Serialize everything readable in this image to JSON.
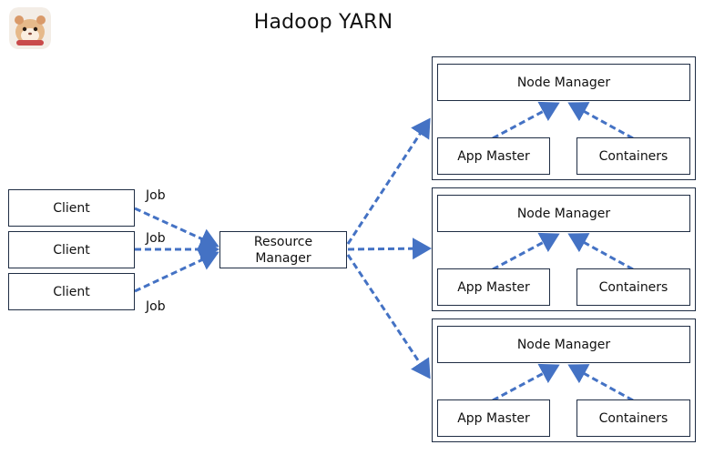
{
  "title": "Hadoop YARN",
  "colors": {
    "arrow": "#4472c4",
    "border": "#1f2d44"
  },
  "clients": [
    {
      "label": "Client"
    },
    {
      "label": "Client"
    },
    {
      "label": "Client"
    }
  ],
  "job_labels": [
    "Job",
    "Job",
    "Job"
  ],
  "resource_manager": {
    "line1": "Resource",
    "line2": "Manager"
  },
  "nodes": [
    {
      "node_manager": "Node Manager",
      "app_master": "App Master",
      "containers": "Containers"
    },
    {
      "node_manager": "Node Manager",
      "app_master": "App Master",
      "containers": "Containers"
    },
    {
      "node_manager": "Node Manager",
      "app_master": "App Master",
      "containers": "Containers"
    }
  ]
}
